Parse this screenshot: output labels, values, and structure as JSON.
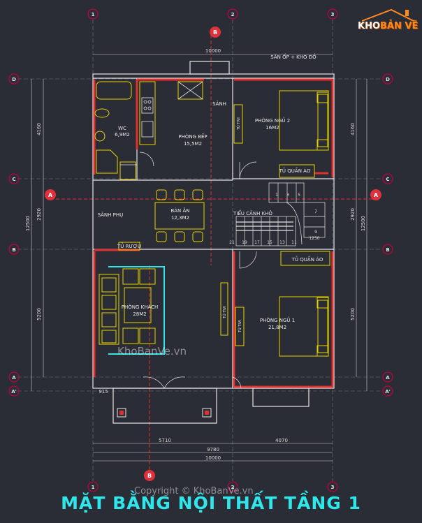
{
  "title": "MẶT BẰNG NỘI THẤT TẦNG 1",
  "watermarks": {
    "center": "KhoBanVe.vn",
    "copyright": "Copyright © KhoBanVe.vn"
  },
  "logo": {
    "text_a": "KHO",
    "text_b": "BẢN VẼ"
  },
  "top_note": "SÂN ỐP + KHO ĐỒ",
  "grid_labels": {
    "col1": "1",
    "col2": "2",
    "col3": "3",
    "rowD": "D",
    "rowC": "C",
    "rowB": "B",
    "rowA": "A",
    "rowA2": "A'"
  },
  "section_marks": {
    "a": "A",
    "b": "B"
  },
  "rooms": {
    "wc": "WC",
    "wc_area": "6,9M2",
    "kitchen": "PHÒNG BẾP",
    "kitchen_area": "15,5M2",
    "hall": "SẢNH",
    "bed2": "PHÒNG NGỦ 2",
    "bed2_area": "16M2",
    "wardrobe": "TỦ QUẦN ÁO",
    "dining": "BÀN ĂN",
    "dining_area": "12,3M2",
    "hall_back": "SẢNH PHỤ",
    "landscape": "TIỂU CẢNH KHÔ",
    "wine": "TỦ RƯỢU",
    "living": "PHÒNG KHÁCH",
    "living_area": "28M2",
    "bed1": "PHÒNG NGỦ 1",
    "bed1_area": "21,8M2",
    "tv": "TỦ TIVI"
  },
  "dimensions": {
    "top_total": "10000",
    "left_d_c": "4160",
    "left_c_b": "2920",
    "left_total": "12500",
    "left_b_a": "5200",
    "right_d_c": "4160",
    "right_c_b": "2920",
    "right_total": "12500",
    "right_b_a": "5200",
    "bottom_left": "5710",
    "bottom_right": "4070",
    "bottom_sum": "9780",
    "bottom_total": "10000",
    "small_a": "915",
    "stair_w": "1250"
  },
  "stairs": {
    "top": [
      "1",
      "3",
      "5"
    ],
    "right": [
      "7",
      "9"
    ],
    "bottom": [
      "21",
      "19",
      "17",
      "15",
      "13",
      "11"
    ]
  },
  "colors": {
    "wall": "#e03030",
    "line": "#e6e6e6",
    "accent": "#2fe6ea",
    "yellow": "#e8d400",
    "section": "#e0303a",
    "grid": "#c00040"
  }
}
